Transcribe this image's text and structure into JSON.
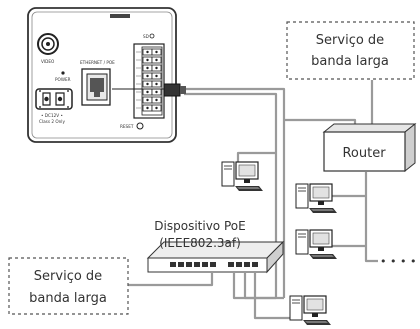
{
  "broadband_top": {
    "line1": "Serviço de",
    "line2": "banda larga"
  },
  "router": {
    "label": "Router"
  },
  "poe_device": {
    "line1": "Dispositivo PoE",
    "line2": "(IEEE802.3af)"
  },
  "broadband_bottom": {
    "line1": "Serviço de",
    "line2": "banda larga"
  },
  "continuation": "• • • •",
  "camera_panel": {
    "video": "VIDEO",
    "power": "POWER",
    "ethernet": "ETHERNET / POE",
    "reset": "RESET",
    "sd": "SD",
    "power_spec_1": "• DC12V •",
    "power_spec_2": "Class 2 Only"
  }
}
